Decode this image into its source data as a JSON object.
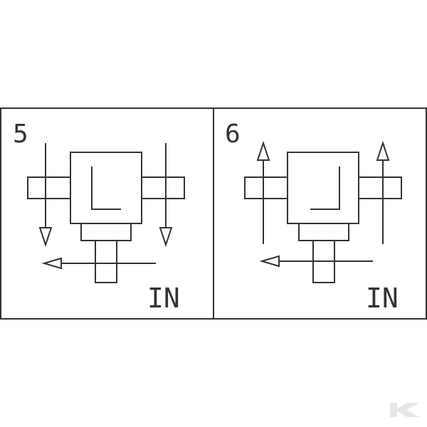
{
  "panels": [
    {
      "number": "5",
      "label": "IN",
      "shaft_arrows": "down",
      "glyph": "L"
    },
    {
      "number": "6",
      "label": "IN",
      "shaft_arrows": "up",
      "glyph": "mirrored-L"
    }
  ],
  "input_arrow_direction": "left",
  "colors": {
    "line": "#333333",
    "background": "#ffffff",
    "watermark": "#e6e6e6"
  },
  "watermark": {
    "icon": "kramp-k-logo"
  }
}
